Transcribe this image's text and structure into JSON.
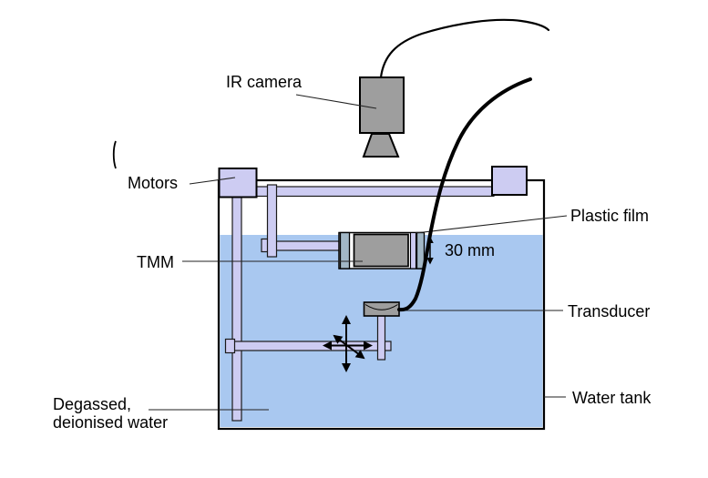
{
  "diagram": {
    "description": "Schematic of HIFU experimental setup: IR camera above a water tank, motorised gantry, TMM sample held between plastic films, focused ultrasound transducer on a 3-axis positioning rig",
    "labels": {
      "ir_camera": "IR camera",
      "motors": "Motors",
      "plastic_film": "Plastic film",
      "tmm": "TMM",
      "dimension_30mm": "30 mm",
      "transducer": "Transducer",
      "water_tank": "Water tank",
      "water_desc_line1": "Degassed,",
      "water_desc_line2": "deionised water"
    },
    "colors": {
      "water": "#a9c8f0",
      "hardware": "#cdccf2",
      "metal": "#9e9e9e",
      "film_holder": "#a2b7c6",
      "outline": "#000000",
      "background": "#ffffff"
    }
  }
}
